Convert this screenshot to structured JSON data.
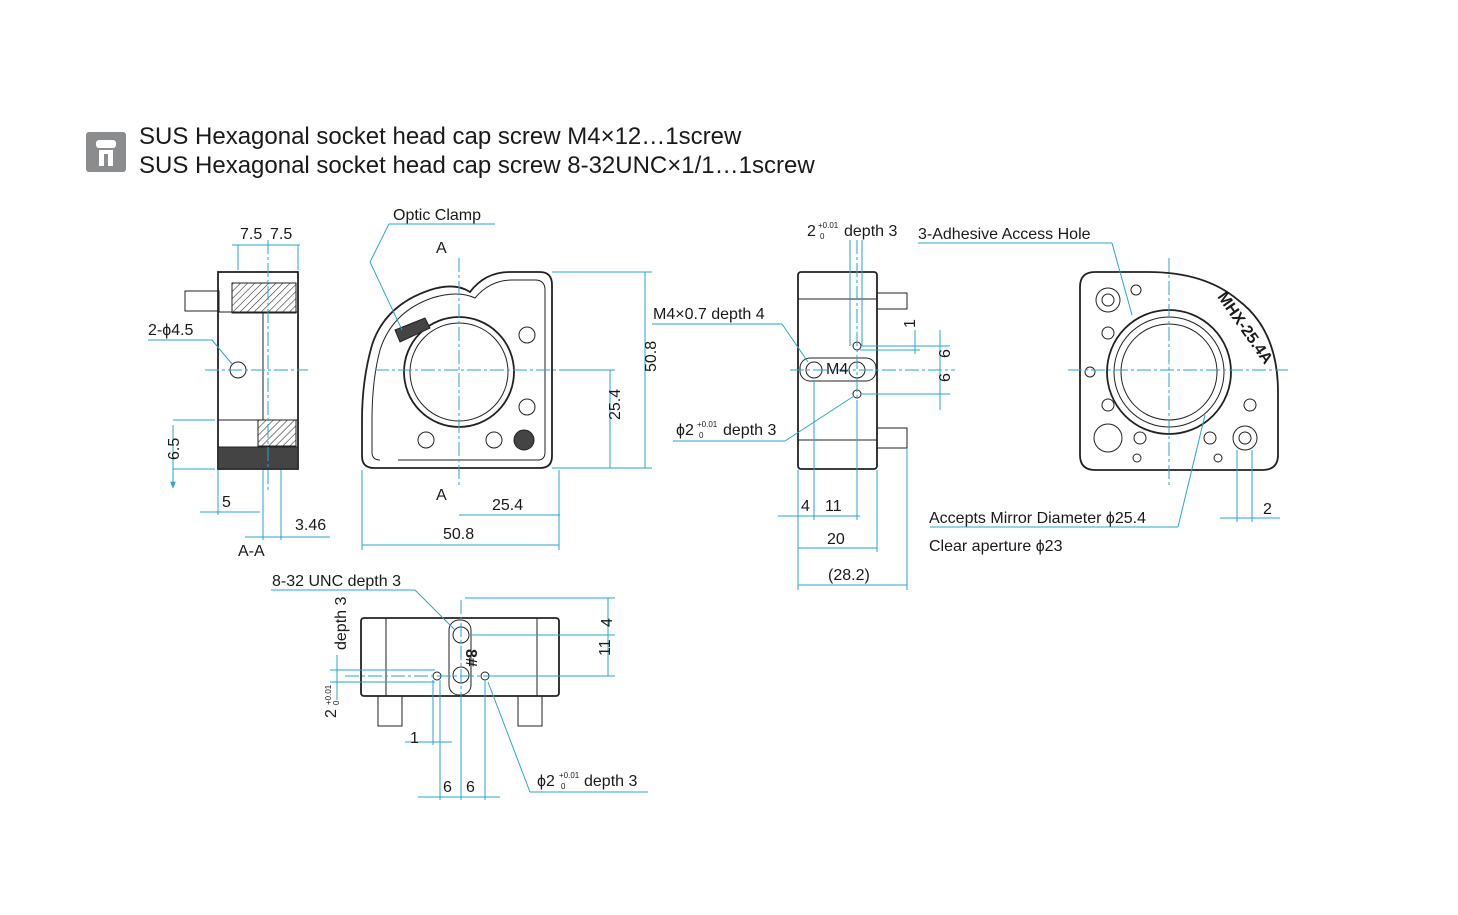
{
  "header": {
    "icon": "screw-icon",
    "line1": "SUS Hexagonal socket head cap screw M4×12…1screw",
    "line2": "SUS Hexagonal socket head cap screw 8-32UNC×1/1…1screw"
  },
  "colors": {
    "dimension": "#29a3d9",
    "outline": "#222222",
    "icon_bg": "#8a8c8e"
  },
  "section_view": {
    "dims": {
      "top_a": "7.5",
      "top_b": "7.5",
      "holes": "2-ϕ4.5",
      "height": "6.5",
      "left": "5",
      "right": "3.46"
    },
    "caption": "A-A"
  },
  "front_view": {
    "labels": {
      "clamp": "Optic Clamp",
      "cut_top": "A",
      "cut_bottom": "A",
      "engraving": "M4"
    },
    "dims": {
      "height": "50.8",
      "half_height": "25.4",
      "half_width": "25.4",
      "width": "50.8"
    }
  },
  "side_view": {
    "labels": {
      "pin_top": "depth 3",
      "pin_top_base": "2",
      "pin_tol_upper": "+0.01",
      "pin_tol_lower": "0",
      "tap": "M4×0.7 depth 4",
      "pin_bottom": "depth 3",
      "pin_bottom_base": "ϕ2"
    },
    "dims": {
      "offset": "1",
      "upper": "6",
      "lower": "6",
      "left": "4",
      "mid": "11",
      "width": "20",
      "overall": "(28.2)"
    }
  },
  "rear_view": {
    "labels": {
      "adhesive": "3-Adhesive Access Hole",
      "mirror": "Accepts Mirror Diameter ϕ25.4",
      "aperture": "Clear aperture ϕ23",
      "model": "MHX-25.4A"
    },
    "dims": {
      "hole": "2"
    }
  },
  "bottom_view": {
    "labels": {
      "tap": "8-32 UNC depth 3",
      "engraving": "8#",
      "pin_left": "depth 3",
      "pin_left_base": "2",
      "pin_right": "depth 3",
      "pin_right_base": "ϕ2",
      "tol_upper": "+0.01",
      "tol_lower": "0"
    },
    "dims": {
      "top": "4",
      "mid": "11",
      "offset": "1",
      "left": "6",
      "right": "6"
    }
  }
}
